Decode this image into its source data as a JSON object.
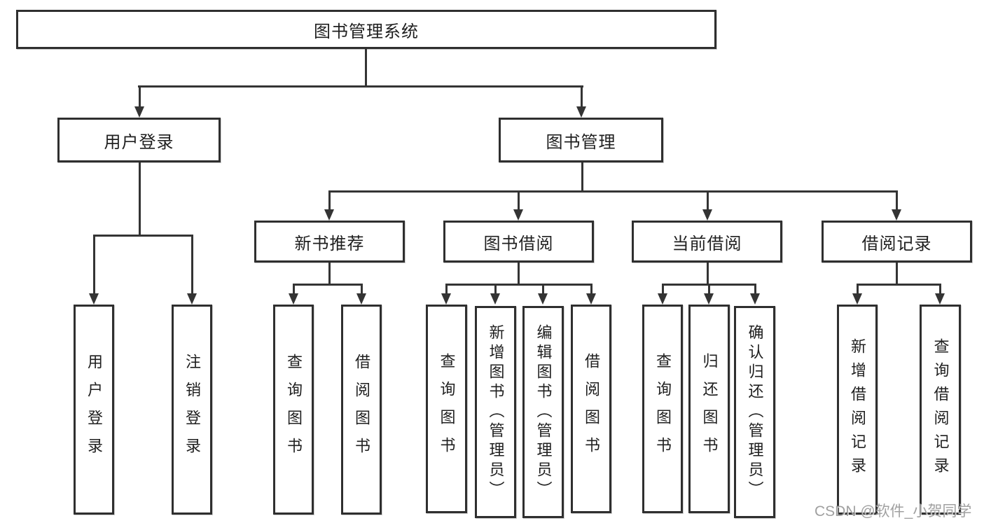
{
  "diagram": {
    "root": {
      "label": "图书管理系统"
    },
    "level2": [
      {
        "label": "用户登录",
        "children": [
          {
            "label": "用户登录"
          },
          {
            "label": "注销登录"
          }
        ]
      },
      {
        "label": "图书管理",
        "sections": [
          {
            "label": "新书推荐",
            "children": [
              {
                "label": "查询图书"
              },
              {
                "label": "借阅图书"
              }
            ]
          },
          {
            "label": "图书借阅",
            "children": [
              {
                "label": "查询图书"
              },
              {
                "label": "新增图书（管理员）"
              },
              {
                "label": "编辑图书（管理员）"
              },
              {
                "label": "借阅图书"
              }
            ]
          },
          {
            "label": "当前借阅",
            "children": [
              {
                "label": "查询图书"
              },
              {
                "label": "归还图书"
              },
              {
                "label": "确认归还（管理员）"
              }
            ]
          },
          {
            "label": "借阅记录",
            "children": [
              {
                "label": "新增借阅记录"
              },
              {
                "label": "查询借阅记录"
              }
            ]
          }
        ]
      }
    ]
  },
  "watermark": {
    "text": "CSDN @软件_小贺同学"
  },
  "colors": {
    "line": "#343434",
    "box_border": "#2f2f2f",
    "text": "#1f1f1f",
    "watermark": "#969696",
    "background": "#ffffff"
  }
}
